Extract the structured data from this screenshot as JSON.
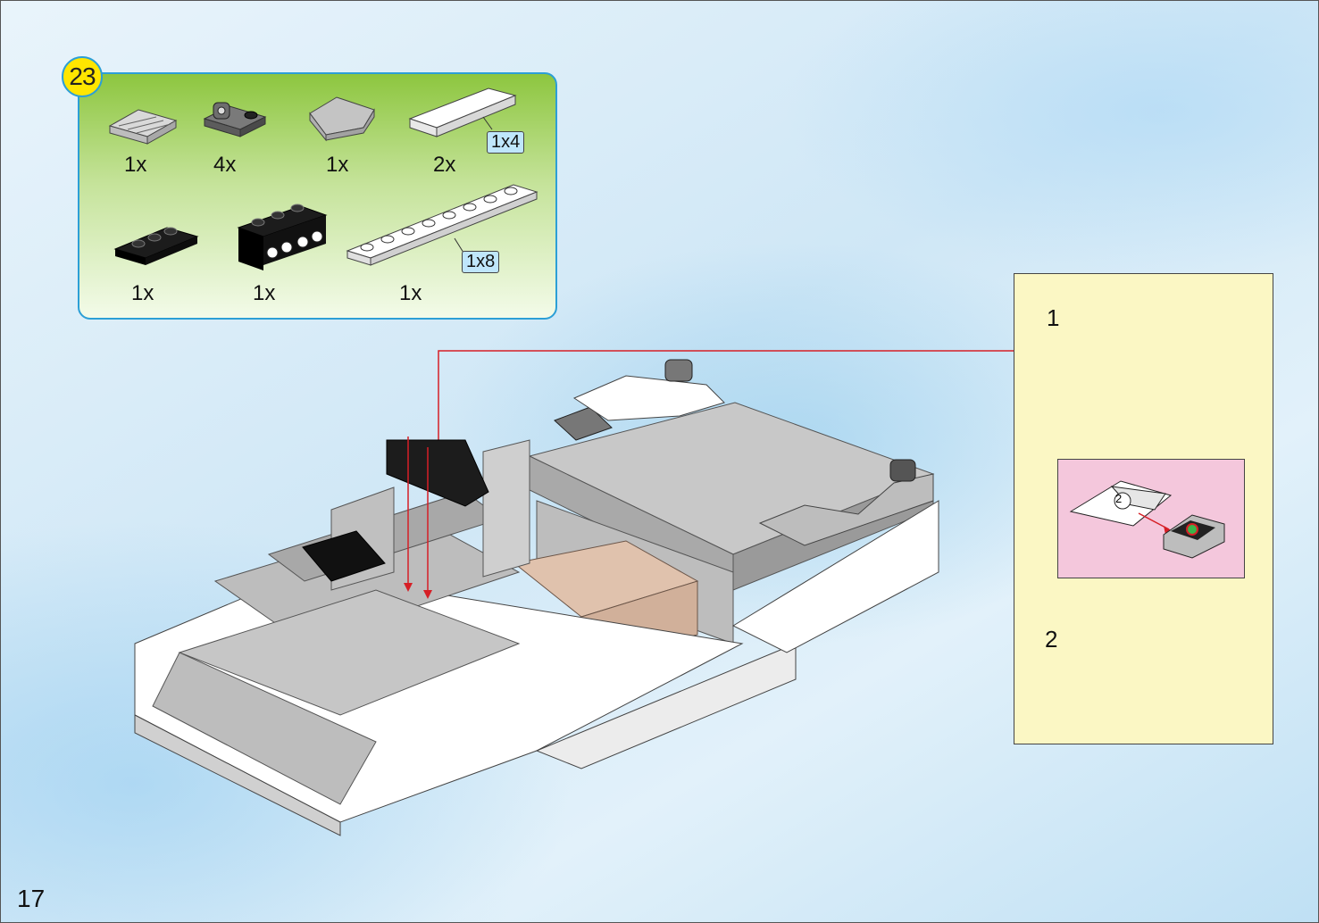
{
  "page_number": "17",
  "step_number": "23",
  "parts": [
    {
      "name": "grille-tile-icon",
      "qty": "1x"
    },
    {
      "name": "clip-plate-icon",
      "qty": "4x"
    },
    {
      "name": "slope-brick-icon",
      "qty": "1x"
    },
    {
      "name": "tile-1x4-icon",
      "qty": "2x",
      "length": "1x4"
    },
    {
      "name": "black-plate-icon",
      "qty": "1x"
    },
    {
      "name": "black-bracket-icon",
      "qty": "1x"
    },
    {
      "name": "plate-1x8-icon",
      "qty": "1x",
      "length": "1x8"
    }
  ],
  "substeps": [
    {
      "number": "1"
    },
    {
      "number": "2"
    }
  ],
  "sticker_number": "2",
  "colors": {
    "border": "#2c9fd6",
    "badge": "#ffe600",
    "arrow": "#d61f26",
    "subpanel": "#fbf7c4",
    "sticker_panel": "#f4c7dc"
  }
}
